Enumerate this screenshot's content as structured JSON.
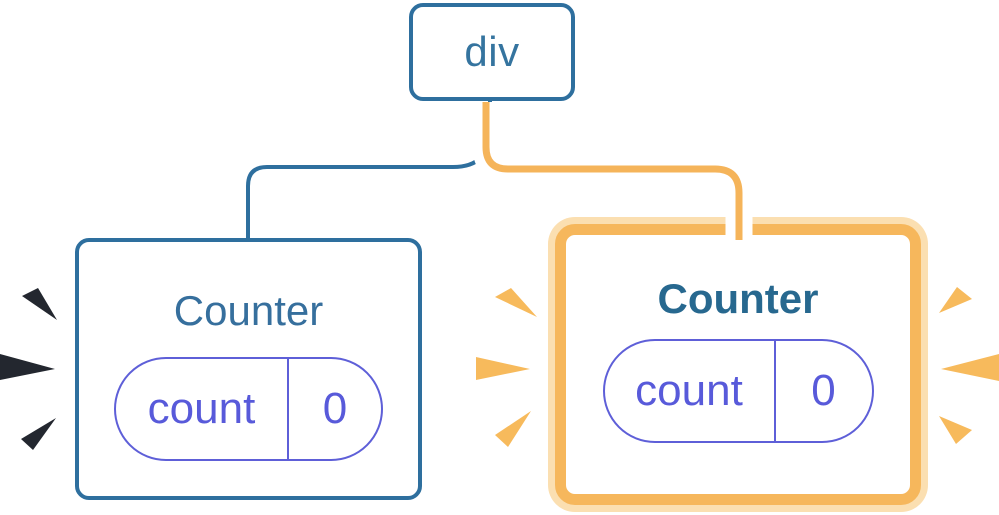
{
  "diagram": {
    "description": "React component tree: a div root with two Counter children; the right Counter is newly mounted / highlighted with orange emphasis bursts, the left Counter has dark emphasis bursts",
    "root": {
      "label": "div"
    },
    "children": [
      {
        "title": "Counter",
        "highlighted": false,
        "state": {
          "key": "count",
          "value": "0"
        }
      },
      {
        "title": "Counter",
        "highlighted": true,
        "state": {
          "key": "count",
          "value": "0"
        }
      }
    ],
    "colors": {
      "node_border_blue": "#2E6F9E",
      "root_text_blue": "#35749F",
      "left_title_blue": "#366F9D",
      "right_title_blue": "#27688F",
      "pill_purple": "#5E5FD8",
      "pill_text_purple": "#585ADA",
      "highlight_orange": "#F6B75C",
      "highlight_halo_orange": "#FBDFB1",
      "connector_orange": "#F5B45A",
      "burst_orange": "#F7BA5C",
      "burst_dark": "#23272F",
      "background": "#FFFFFF"
    }
  }
}
